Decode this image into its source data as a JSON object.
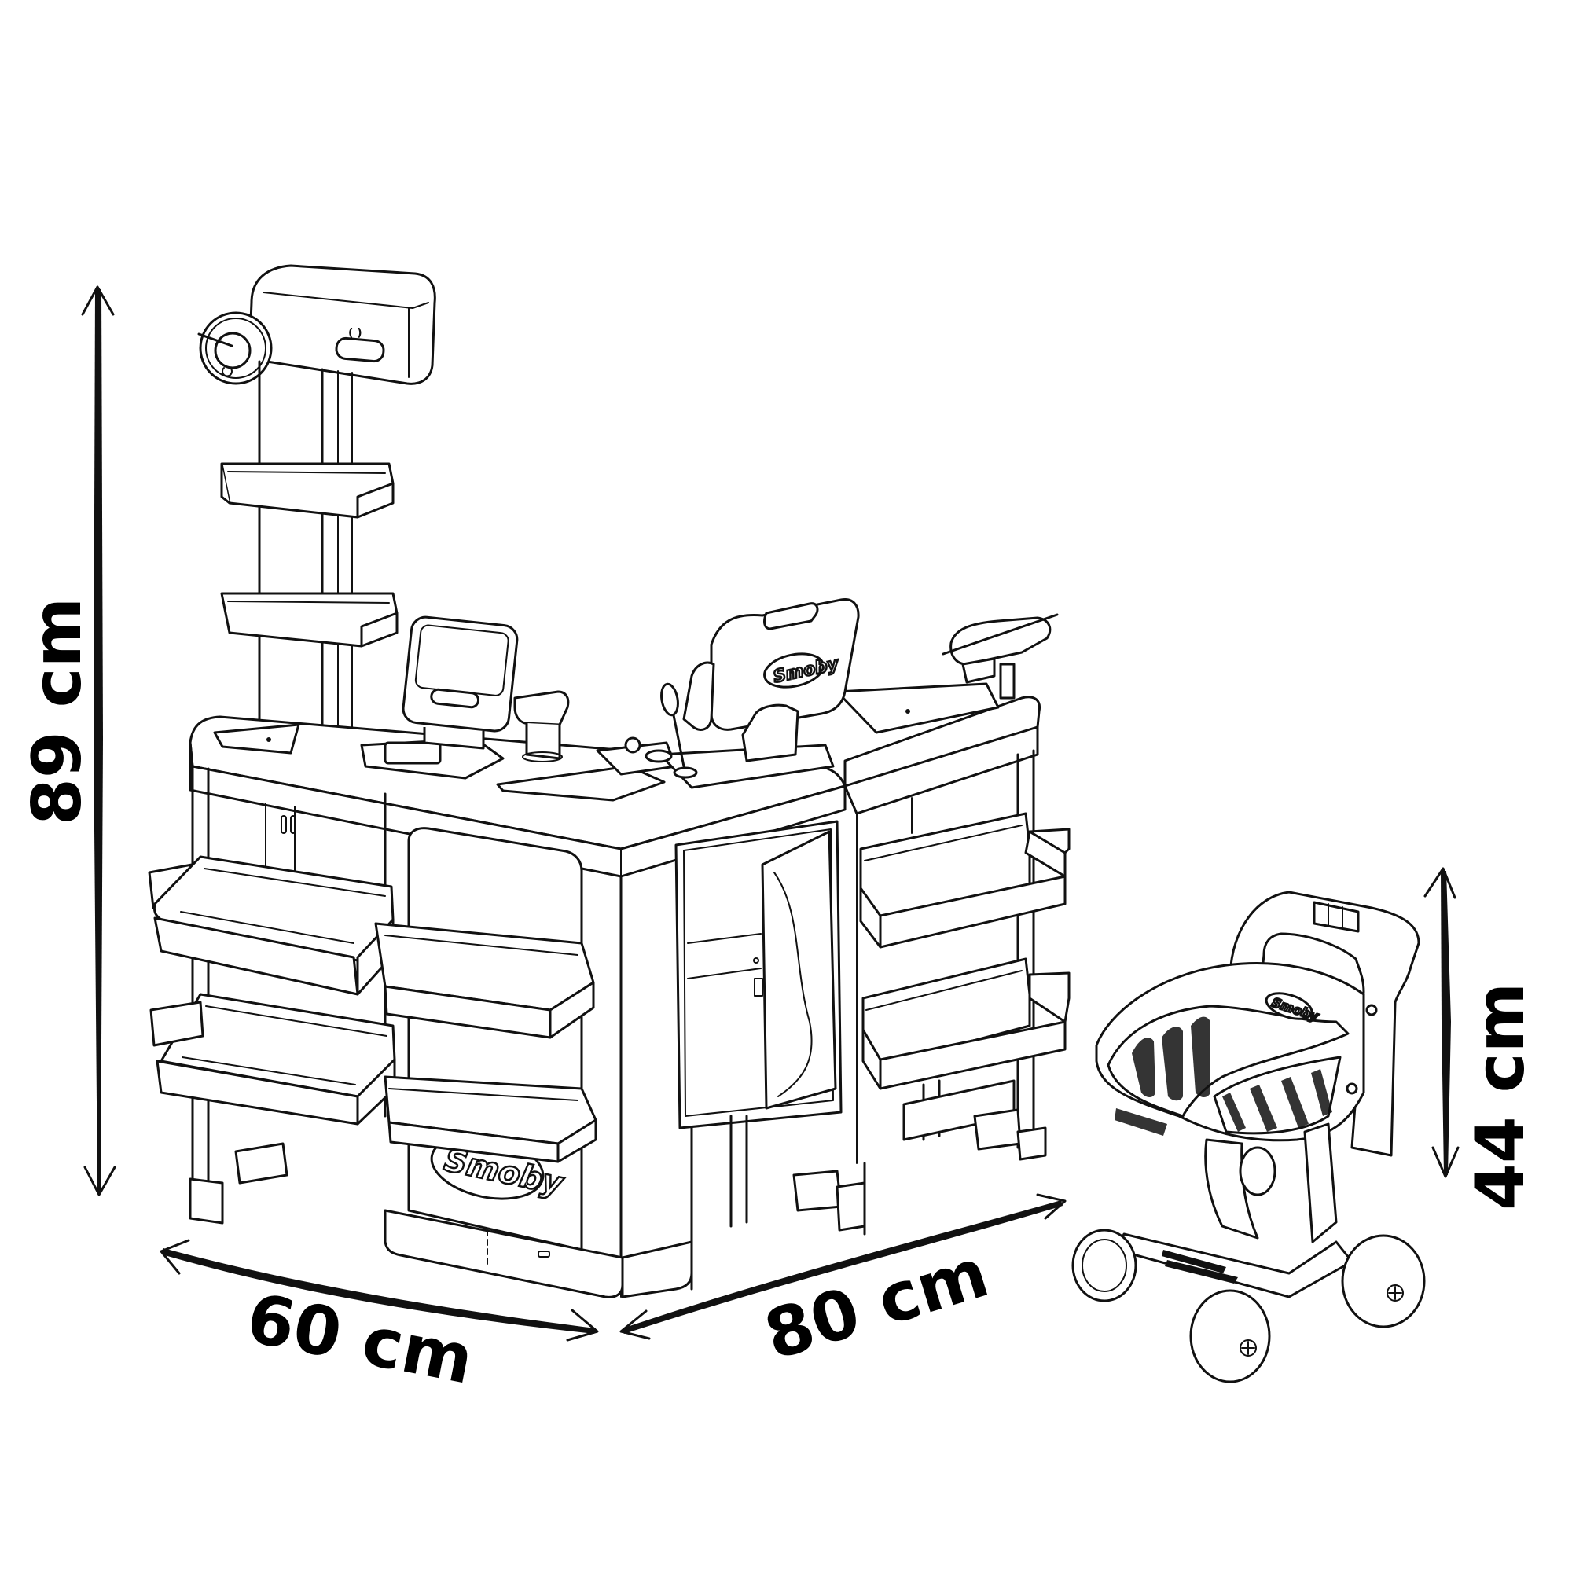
{
  "diagram": {
    "subject": "Toy supermarket checkout counter with shopping cart",
    "brand_logo_text": "Smoby",
    "colors": {
      "line": "#111111",
      "background": "#ffffff",
      "dimension_text": "#000000"
    }
  },
  "dimensions": {
    "height_counter": {
      "value": 89,
      "unit": "cm",
      "label": "89 cm",
      "orientation": "vertical"
    },
    "depth_counter": {
      "value": 60,
      "unit": "cm",
      "label": "60 cm",
      "orientation": "diagonal-left"
    },
    "width_counter": {
      "value": 80,
      "unit": "cm",
      "label": "80 cm",
      "orientation": "diagonal-right"
    },
    "height_cart": {
      "value": 44,
      "unit": "cm",
      "label": "44 cm",
      "orientation": "vertical"
    }
  },
  "components": {
    "counter": {
      "logo": "Smoby"
    },
    "register_screen": {
      "logo": "Smoby"
    },
    "cart": {
      "logo": "Smoby"
    }
  }
}
